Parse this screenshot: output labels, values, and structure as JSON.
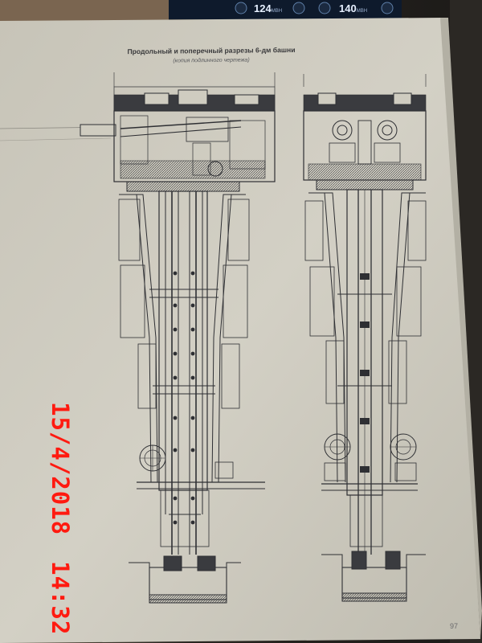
{
  "page": {
    "title": "Продольный и поперечный разрезы 6-дм башни",
    "subtitle": "(копия подлинного чертежа)",
    "page_number": "97"
  },
  "camera_stamp": {
    "date": "15/4/2018",
    "time": "14:32",
    "color": "#ff1a10"
  },
  "background_device": {
    "reading_1": "124",
    "reading_2": "140",
    "unit": "MBH"
  },
  "colors": {
    "paper": "#cfccc0",
    "ink": "#2e2f33"
  }
}
